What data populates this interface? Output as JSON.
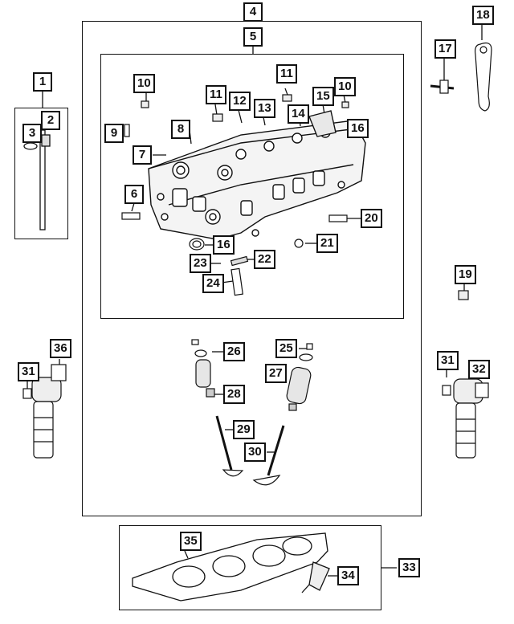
{
  "diagram": {
    "callouts": {
      "c1": "1",
      "c2": "2",
      "c3": "3",
      "c4": "4",
      "c5": "5",
      "c6": "6",
      "c7": "7",
      "c8": "8",
      "c9": "9",
      "c10a": "10",
      "c10b": "10",
      "c11a": "11",
      "c11b": "11",
      "c12": "12",
      "c13": "13",
      "c14": "14",
      "c15": "15",
      "c16a": "16",
      "c16b": "16",
      "c17": "17",
      "c18": "18",
      "c19": "19",
      "c20": "20",
      "c21": "21",
      "c22": "22",
      "c23": "23",
      "c24": "24",
      "c25": "25",
      "c26": "26",
      "c27": "27",
      "c28": "28",
      "c29": "29",
      "c30": "30",
      "c31a": "31",
      "c31b": "31",
      "c32": "32",
      "c33": "33",
      "c34": "34",
      "c35": "35",
      "c36": "36"
    }
  }
}
